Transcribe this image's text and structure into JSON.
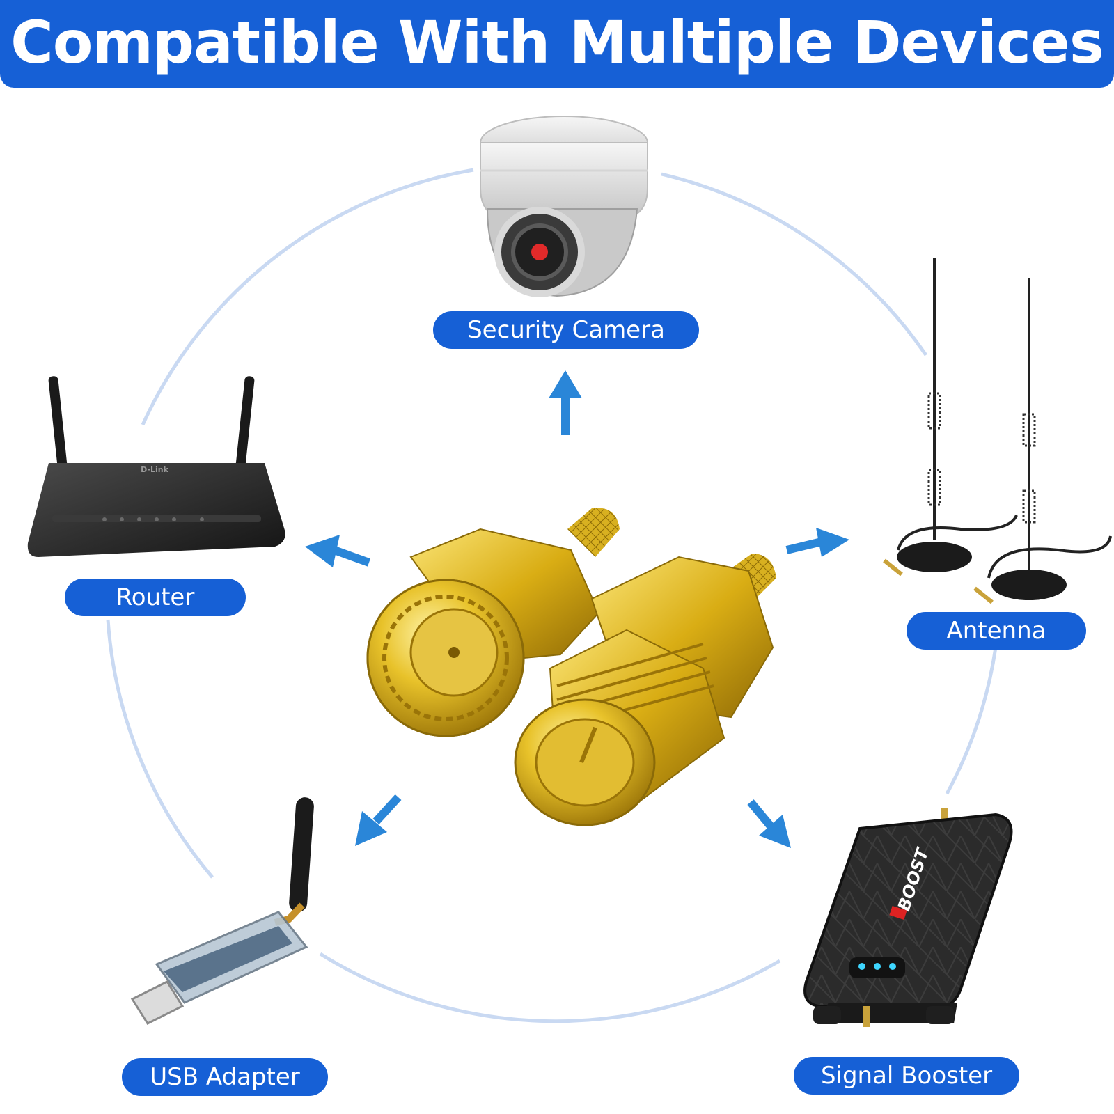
{
  "banner": {
    "title": "Compatible With Multiple Devices"
  },
  "devices": [
    {
      "label": "Security Camera",
      "icon": "security-camera-icon"
    },
    {
      "label": "Router",
      "icon": "router-icon",
      "brand": "D-Link"
    },
    {
      "label": "Antenna",
      "icon": "magnetic-antenna-icon"
    },
    {
      "label": "USB Adapter",
      "icon": "usb-adapter-icon"
    },
    {
      "label": "Signal Booster",
      "icon": "signal-booster-icon",
      "brand": "BOOST"
    }
  ],
  "center": {
    "icon": "sma-connector-pair-icon"
  },
  "colors": {
    "accent": "#1660d6",
    "arrow": "#2a86d8",
    "ring": "#c9d9f2",
    "gold": "#d9b018"
  }
}
